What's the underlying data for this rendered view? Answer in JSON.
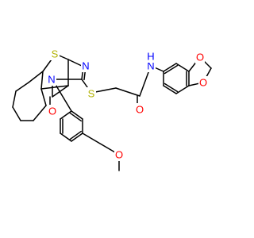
{
  "molecule": {
    "colors": {
      "bond": "#000000",
      "N": "#0000ff",
      "O": "#ff0000",
      "S": "#b2b200",
      "H": "#0000ff"
    },
    "atom_labels": [
      {
        "id": "N-amide",
        "text": "N",
        "element": "N"
      },
      {
        "id": "H-amide",
        "text": "H",
        "element": "H"
      },
      {
        "id": "O-amide",
        "text": "O",
        "element": "O"
      },
      {
        "id": "S-thioether",
        "text": "S",
        "element": "S"
      },
      {
        "id": "S-thiophene",
        "text": "S",
        "element": "S"
      },
      {
        "id": "N-ring-1",
        "text": "N",
        "element": "N"
      },
      {
        "id": "N-ring-3",
        "text": "N",
        "element": "N"
      },
      {
        "id": "O-ketone",
        "text": "O",
        "element": "O"
      },
      {
        "id": "O-methoxy",
        "text": "O",
        "element": "O"
      },
      {
        "id": "O-dioxole-top",
        "text": "O",
        "element": "O"
      },
      {
        "id": "O-dioxole-right",
        "text": "O",
        "element": "O"
      }
    ]
  }
}
